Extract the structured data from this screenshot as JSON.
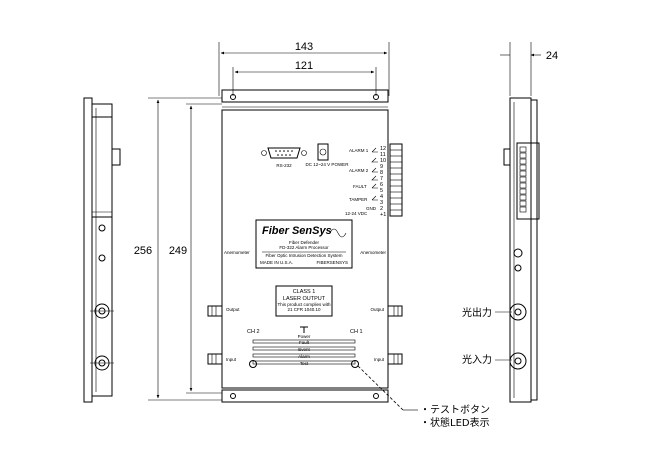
{
  "dimensions": {
    "width_outer": "143",
    "width_inner": "121",
    "height_outer": "256",
    "height_inner": "249",
    "depth": "24"
  },
  "panel": {
    "rs232": "RS-232",
    "dc_power": "DC 12~24 V POWER",
    "alarm1": "ALARM 1",
    "alarm2": "ALARM 2",
    "fault": "FAULT",
    "tamper": "TAMPER",
    "dc_input": "12-24 VDC",
    "ground": "GND",
    "terminals": [
      "12",
      "11",
      "10",
      "9",
      "8",
      "7",
      "6",
      "5",
      "4",
      "3",
      "2",
      "+1"
    ],
    "brand": "Fiber SenSys",
    "model": "FD-322 Alarm Processor",
    "product_line": "Fiber Defender",
    "system_name": "Fiber Optic Intrusion Detection System",
    "label_left_small": "MADE IN U.S.A.",
    "label_right_small": "FIBERSENSYS",
    "anemometer_left": "Anemometer",
    "anemometer_right": "Anemometer",
    "laser_class": "CLASS 1",
    "laser_output": "LASER OUTPUT",
    "laser_notice_1": "This product complies with",
    "laser_notice_2": "21 CFR 1040.10",
    "output_left": "Output",
    "output_right": "Output",
    "ch2": "CH 2",
    "ch1": "CH 1",
    "input_left": "Input",
    "input_right": "Input",
    "power": "Power",
    "status_fault": "Fault",
    "status_event": "Event",
    "status_alarm": "Alarm",
    "status_test": "Test"
  },
  "callouts": {
    "optical_output": "光出力",
    "optical_input": "光入力",
    "test_button": "・テストボタン",
    "status_led": "・状態LED表示"
  }
}
